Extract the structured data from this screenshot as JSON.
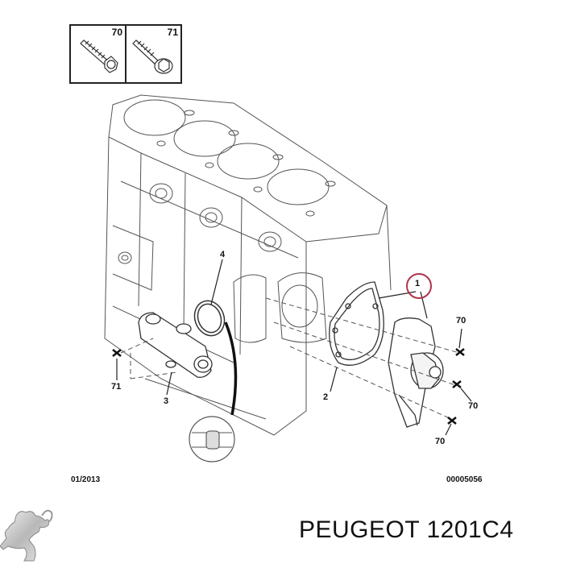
{
  "legend": {
    "fasteners": [
      {
        "ref": "70",
        "icon": "bolt-icon"
      },
      {
        "ref": "71",
        "icon": "flange-bolt-icon"
      }
    ]
  },
  "diagram": {
    "subject": "engine block water pump assembly",
    "callouts": [
      {
        "id": "1",
        "part": "water-pump",
        "highlighted": true,
        "highlight_color": "#b0334a"
      },
      {
        "id": "2",
        "part": "pump-gasket"
      },
      {
        "id": "3",
        "part": "coolant-housing"
      },
      {
        "id": "4",
        "part": "o-ring-seal"
      },
      {
        "id": "70",
        "part": "bolt",
        "count": 3
      },
      {
        "id": "71",
        "part": "flange-bolt",
        "count": 1
      }
    ],
    "labels": {
      "c1": "1",
      "c2": "2",
      "c3": "3",
      "c4": "4",
      "c70a": "70",
      "c70b": "70",
      "c70c": "70",
      "c71": "71"
    }
  },
  "footer": {
    "date_code": "01/2013",
    "drawing_number": "00005056"
  },
  "brand": {
    "logo": "peugeot-lion-logo",
    "title": "PEUGEOT 1201C4"
  }
}
